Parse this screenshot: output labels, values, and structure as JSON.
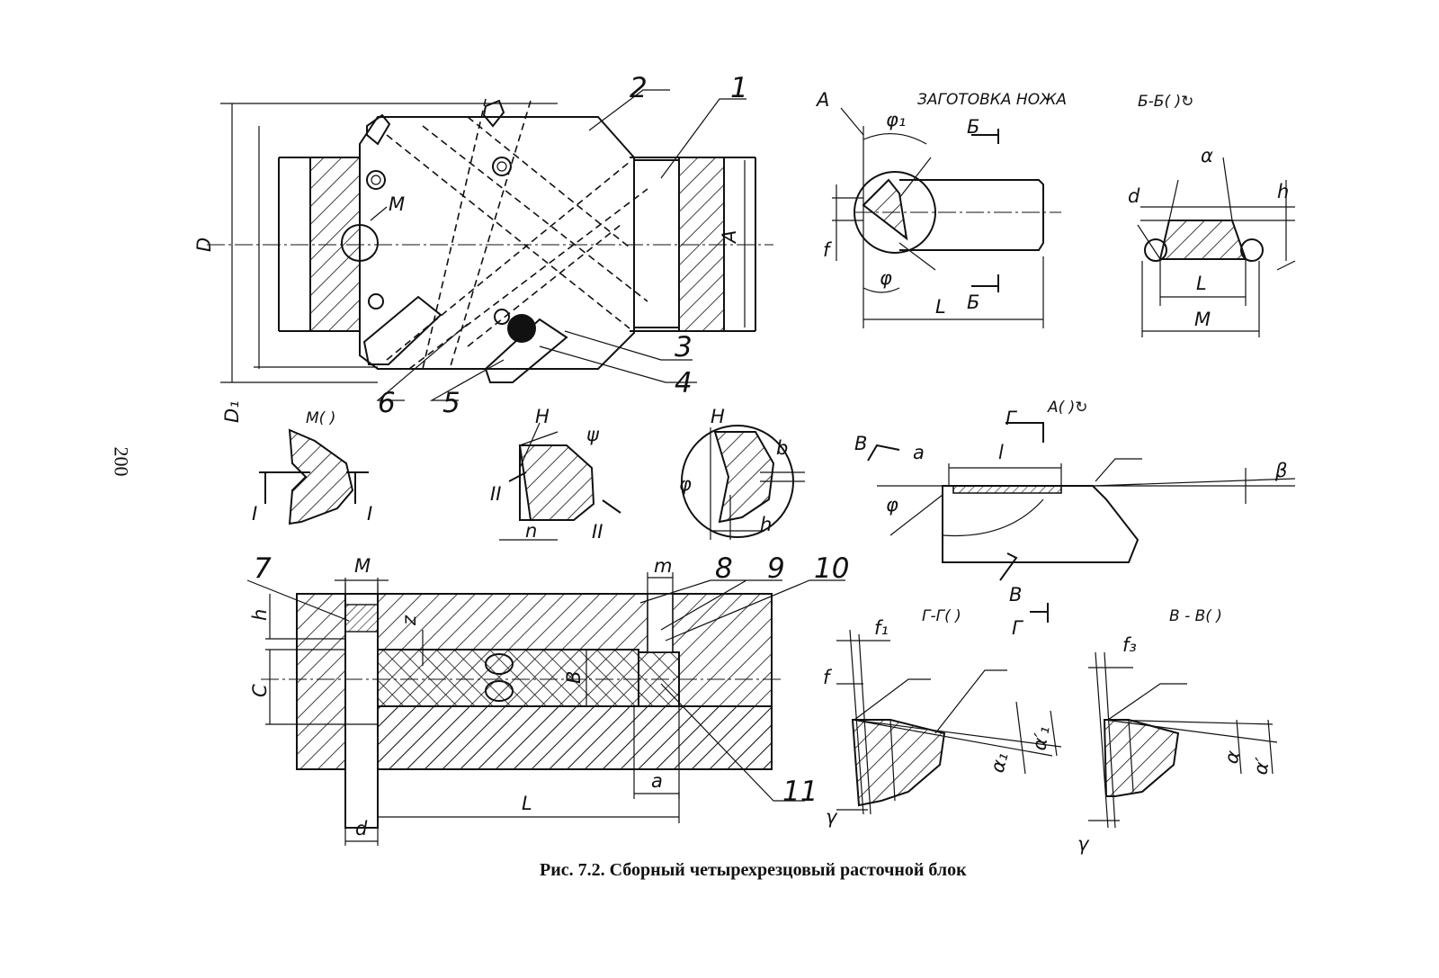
{
  "page": {
    "number": "200"
  },
  "caption": "Рис. 7.2. Сборный четырехрезцовый расточной блок",
  "views": {
    "main": {
      "D": "D",
      "D1": "D₁",
      "A": "A",
      "M": "M",
      "leaders": [
        "1",
        "2",
        "3",
        "4",
        "5",
        "6"
      ]
    },
    "blank": {
      "title": "ЗАГОТОВКА НОЖА",
      "A": "A",
      "phi1": "φ₁",
      "phi": "φ",
      "f": "f",
      "L": "L",
      "section_mark": "Б"
    },
    "section_BB": {
      "title": "Б-Б(   )↻",
      "a": "α",
      "d": "d",
      "h": "h",
      "L": "L",
      "M": "M"
    },
    "view_M": {
      "title": "M(  )",
      "arrow": "I"
    },
    "view_H": {
      "H": "H",
      "psi": "ψ",
      "n": "n",
      "arrow": "II"
    },
    "view_phi": {
      "H": "H",
      "b": "b",
      "phi": "φ",
      "h": "h"
    },
    "view_A": {
      "title": "A(   )↻",
      "G": "Г",
      "V": "В",
      "a": "a",
      "l": "l",
      "beta": "β",
      "phi": "φ"
    },
    "bottom": {
      "M": "M",
      "m": "m",
      "h": "h",
      "C": "C",
      "z": "z",
      "B": "B",
      "a": "a",
      "d": "d",
      "L": "L",
      "leaders": [
        "7",
        "8",
        "9",
        "10",
        "11"
      ]
    },
    "section_GG": {
      "title": "Г-Г(   )",
      "mark": "Г",
      "f1": "f₁",
      "f": "f",
      "gamma": "γ",
      "alpha1": "α₁",
      "alpha1p": "α′₁"
    },
    "section_VV": {
      "title": "B - B(   )",
      "f3": "f₃",
      "alpha": "α",
      "alphap": "α′",
      "gamma": "γ"
    }
  }
}
